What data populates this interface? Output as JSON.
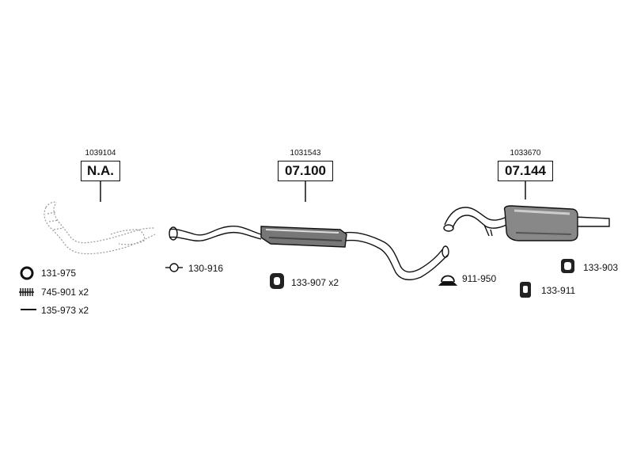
{
  "callouts": [
    {
      "ref": "1039104",
      "code": "N.A."
    },
    {
      "ref": "1031543",
      "code": "07.100"
    },
    {
      "ref": "1033670",
      "code": "07.144"
    }
  ],
  "parts": {
    "ring": "131-975",
    "spring": "745-901 x2",
    "bolt": "135-973 x2",
    "gasket": "130-916",
    "hanger_mid": "133-907 x2",
    "clamp": "911-950",
    "hanger_rear_top": "133-903",
    "hanger_rear_bottom": "133-911"
  }
}
